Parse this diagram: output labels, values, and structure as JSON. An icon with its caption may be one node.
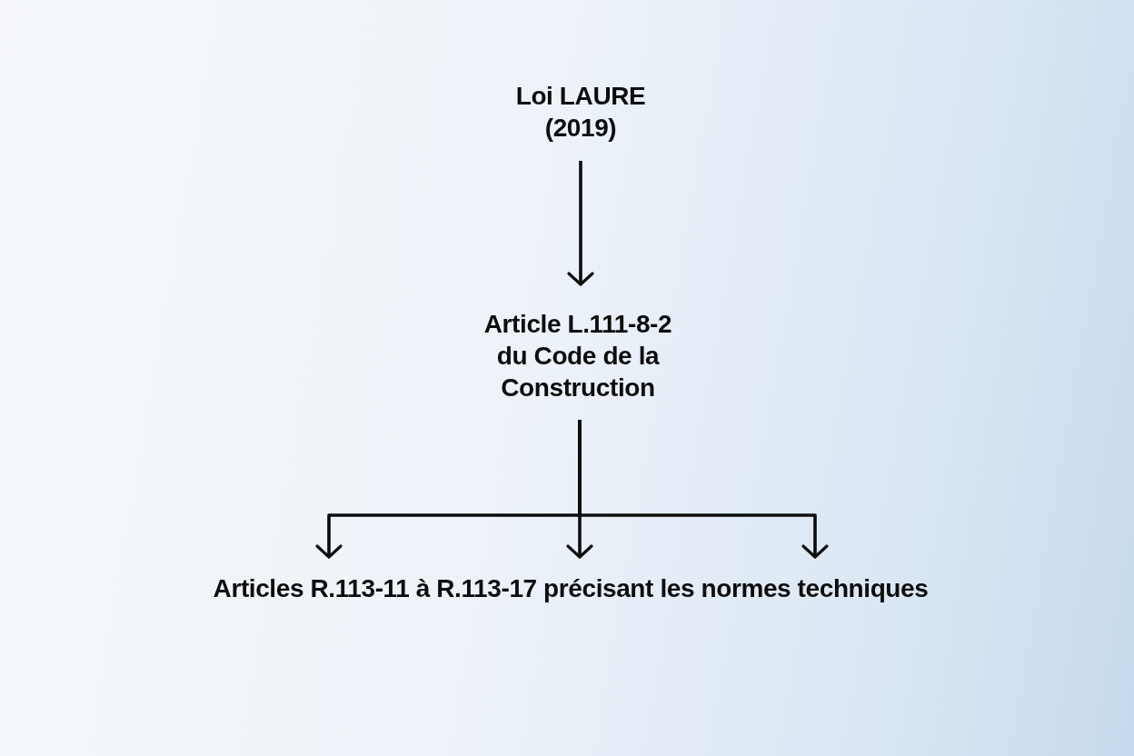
{
  "diagram": {
    "nodes": [
      {
        "text": [
          "Loi LAURE (2019)"
        ]
      },
      {
        "text": [
          "Article L.111-8-2 du Code de la Construction"
        ]
      },
      {
        "text": [
          "Articles R.113-11 à R.113-17 précisant les normes techniques"
        ]
      }
    ],
    "edges": [
      {
        "from": 0,
        "to": 1,
        "arrow": "to"
      },
      {
        "from": 1,
        "to": 2,
        "arrow": "to"
      },
      {
        "from": 1,
        "to": 2,
        "arrow": "to"
      },
      {
        "from": 1,
        "to": 2,
        "arrow": "to"
      }
    ]
  }
}
